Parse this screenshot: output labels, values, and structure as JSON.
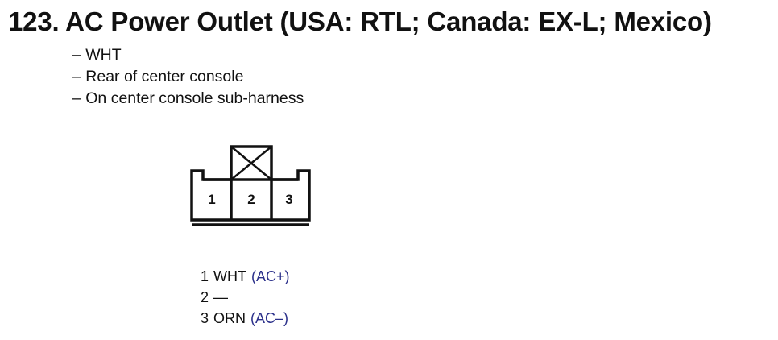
{
  "title": "123. AC Power Outlet (USA: RTL; Canada: EX-L; Mexico)",
  "details": [
    "– WHT",
    "– Rear of center console",
    "– On center console sub-harness"
  ],
  "connector": {
    "terminals": [
      "1",
      "2",
      "3"
    ],
    "blocked_cavity_icon": "x-box-icon"
  },
  "pins": [
    {
      "num": "1",
      "wire": "WHT",
      "func": "(AC+)"
    },
    {
      "num": "2",
      "wire": "—",
      "func": ""
    },
    {
      "num": "3",
      "wire": "ORN",
      "func": "(AC–)"
    }
  ],
  "colors": {
    "text": "#111111",
    "function": "#2a2f8a"
  }
}
